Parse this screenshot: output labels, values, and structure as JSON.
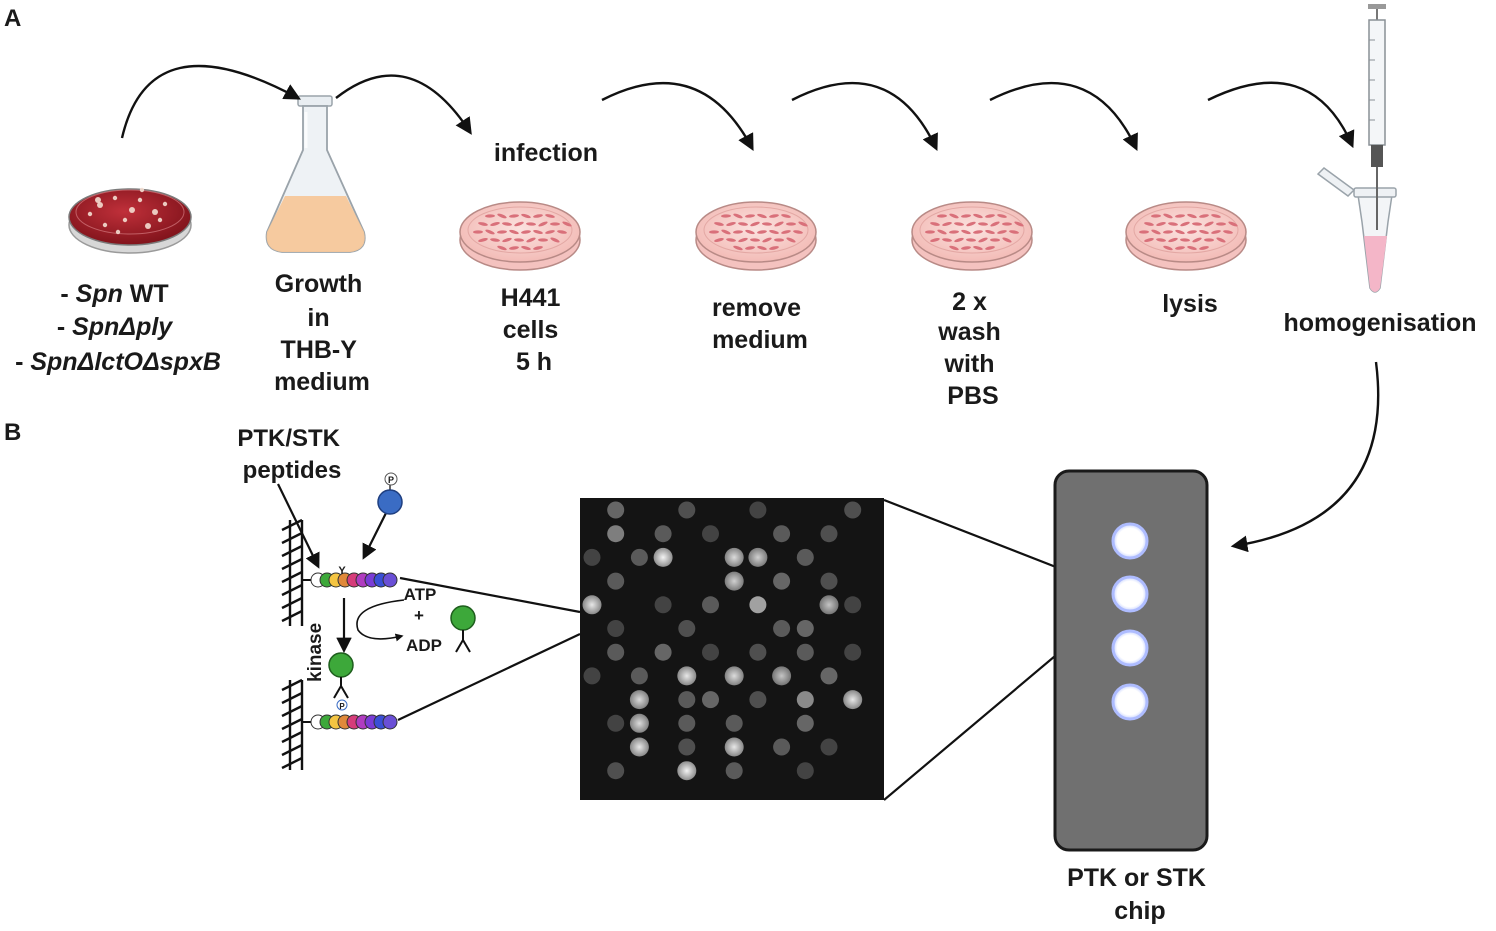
{
  "panels": {
    "a": "A",
    "b": "B"
  },
  "strains": [
    {
      "prefix": "- ",
      "name": "Spn",
      "suffix": " WT"
    },
    {
      "prefix": "- ",
      "name": "SpnΔply",
      "suffix": ""
    },
    {
      "prefix": "- ",
      "name": "SpnΔlctOΔspxB",
      "suffix": ""
    }
  ],
  "steps": {
    "growth": [
      "Growth",
      "in",
      "THB-Y",
      "medium"
    ],
    "infection_title": "infection",
    "infection": [
      "H441",
      "cells",
      "5 h"
    ],
    "remove": [
      "remove",
      "medium"
    ],
    "wash": [
      "2 x",
      "wash",
      "with",
      "PBS"
    ],
    "lysis": [
      "lysis"
    ],
    "homogenisation": [
      "homogenisation"
    ]
  },
  "kinase_panel": {
    "peptides": [
      "PTK/STK",
      "peptides"
    ],
    "phospho": "P",
    "residue": "Y",
    "atp": "ATP",
    "plus": "+",
    "adp": "ADP",
    "kinase": "kinase"
  },
  "chip": [
    "PTK or STK",
    "chip"
  ],
  "colors": {
    "agar": "#a01e28",
    "medium": "#f6c79a",
    "cell_dish": "#f7c9c6",
    "cell": "#d9707a",
    "phosphate": "#3a6cc4",
    "kinase": "#3da83a",
    "chip_body": "#6e6e6e",
    "tube_liquid": "#f4b6c8"
  }
}
